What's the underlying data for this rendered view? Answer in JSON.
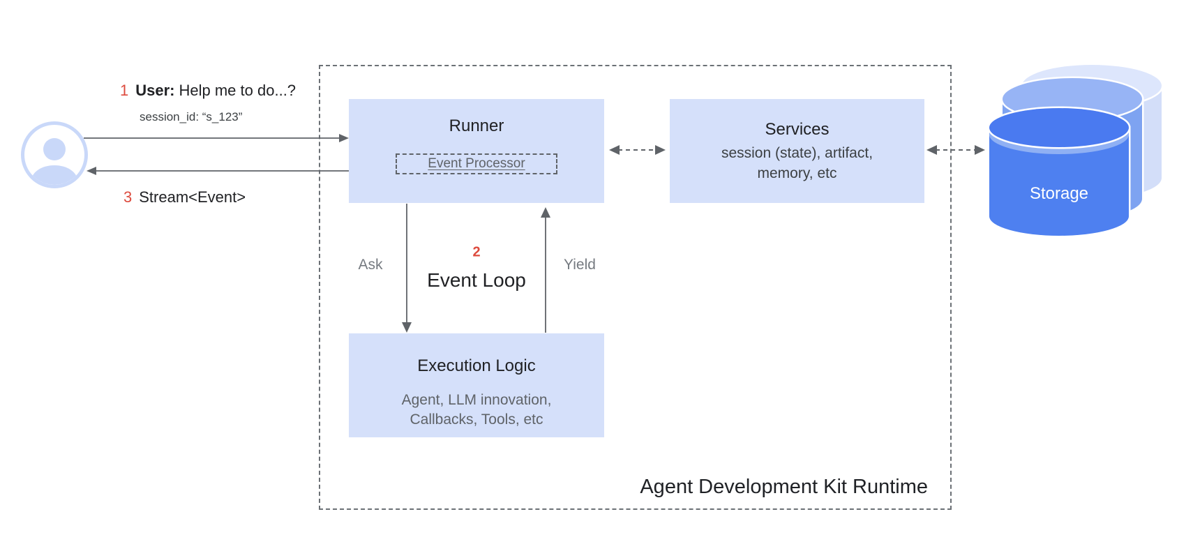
{
  "palette": {
    "box_fill": "#d5e0fa",
    "accent_red": "#dd4b3e",
    "text_dark": "#202124",
    "text_gray": "#5f6368",
    "arrow_gray": "#5f6368",
    "avatar_blue": "#c9d8f9",
    "storage_front": "#4e80f0",
    "storage_middle": "#7ea3f1",
    "storage_back": "#d3def9"
  },
  "user_flow": {
    "request": {
      "number": "1",
      "speaker": "User:",
      "text": "Help me to do...?"
    },
    "session": "session_id: “s_123”",
    "response": {
      "number": "3",
      "text": "Stream<Event>"
    }
  },
  "runner": {
    "title": "Runner",
    "processor_label": "Event Processor"
  },
  "services": {
    "title": "Services",
    "subtitle_line1": "session (state), artifact,",
    "subtitle_line2": "memory, etc"
  },
  "event_loop": {
    "number": "2",
    "label": "Event Loop",
    "ask_label": "Ask",
    "yield_label": "Yield"
  },
  "execution_logic": {
    "title": "Execution Logic",
    "subtitle_line1": "Agent, LLM innovation,",
    "subtitle_line2": "Callbacks, Tools, etc"
  },
  "storage": {
    "label": "Storage"
  },
  "container": {
    "label": "Agent Development Kit Runtime"
  }
}
